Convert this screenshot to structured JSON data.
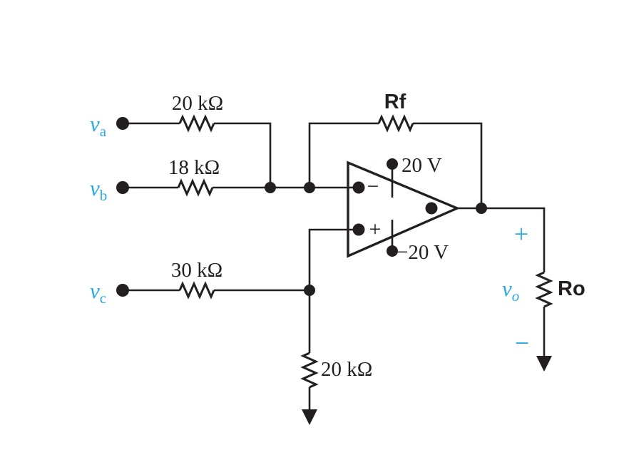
{
  "title": "Summing op-amp circuit diagram",
  "colors": {
    "wire": "#231f20",
    "accent": "#29abe2",
    "background": "#ffffff"
  },
  "sources": {
    "va": {
      "symbol": "v",
      "subscript": "a"
    },
    "vb": {
      "symbol": "v",
      "subscript": "b"
    },
    "vc": {
      "symbol": "v",
      "subscript": "c"
    },
    "vo": {
      "symbol": "v",
      "subscript": "o"
    }
  },
  "resistors": {
    "ra": "20 kΩ",
    "rb": "18 kΩ",
    "rc": "30 kΩ",
    "rf": "Rf",
    "rg": "20 kΩ",
    "ro": "Ro"
  },
  "opamp": {
    "inverting_sign": "−",
    "noninverting_sign": "+",
    "positive_supply": "20 V",
    "negative_supply": "−20 V"
  },
  "output": {
    "plus": "+",
    "minus": "−"
  }
}
